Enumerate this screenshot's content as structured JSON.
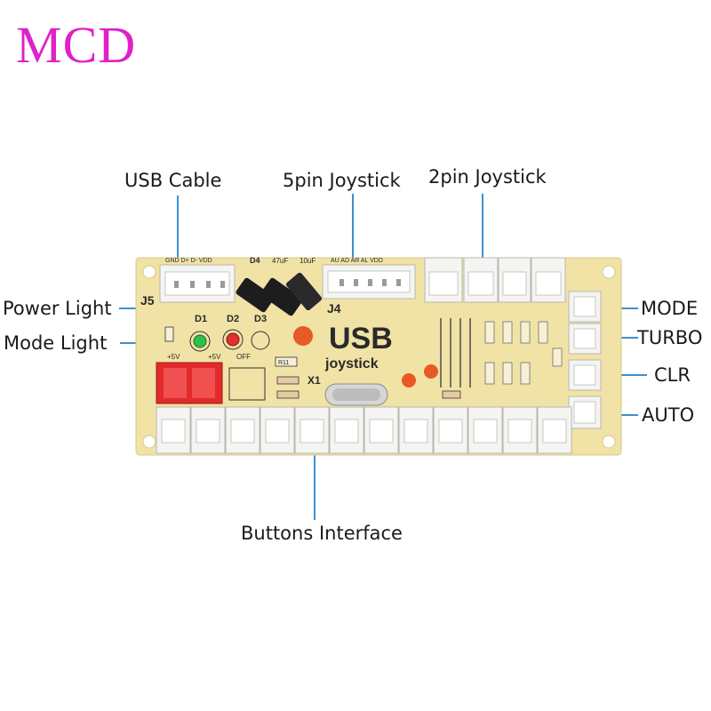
{
  "brand": {
    "text": "MCD",
    "color": "#e020c8"
  },
  "callouts": {
    "usb_cable": "USB Cable",
    "joystick_5pin": "5pin Joystick",
    "joystick_2pin": "2pin Joystick",
    "power_light": "Power Light",
    "mode_light": "Mode Light",
    "mode": "MODE",
    "turbo": "TURBO",
    "clr": "CLR",
    "auto": "AUTO",
    "buttons_interface": "Buttons Interface"
  },
  "board": {
    "title": "USB",
    "subtitle": "joystick",
    "j5": "J5",
    "j4": "J4",
    "d1": "D1",
    "d2": "D2",
    "d3": "D3",
    "d4": "D4",
    "x1": "X1",
    "r11": "R11",
    "cap1": "47uF",
    "cap2": "10uF",
    "j5_pins": "GND D+  D-  VDD",
    "j4_pins": "AU  AD  AR  AL  VDD",
    "plus5v_a": "+5V",
    "plus5v_b": "+5V",
    "off": "OFF",
    "colors": {
      "pcb": "#f1e2a6",
      "connector": "#f4f4f2",
      "leader": "#3b8fd0"
    }
  }
}
